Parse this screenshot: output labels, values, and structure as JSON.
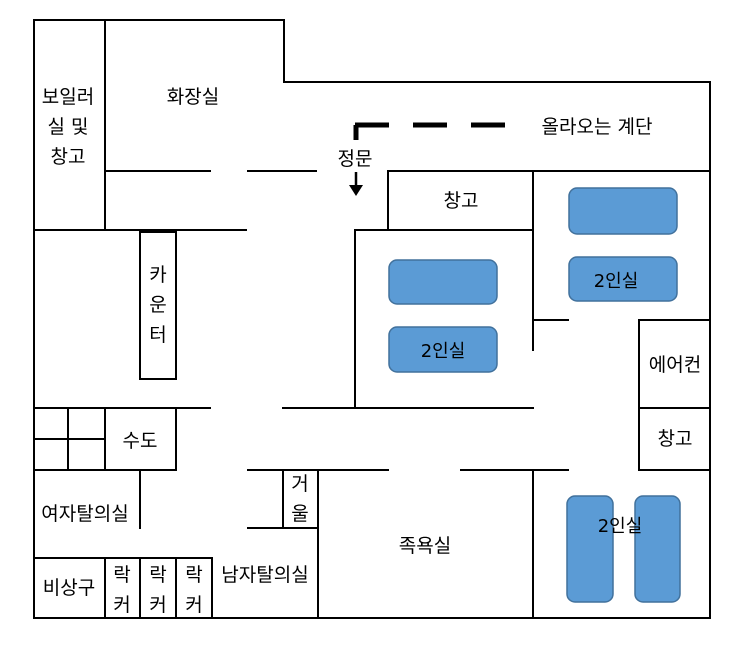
{
  "rooms": {
    "boiler_line1": "보일러",
    "boiler_line2": "실 및",
    "boiler_line3": "창고",
    "restroom": "화장실",
    "stairs": "올라오는 계단",
    "entrance": "정문",
    "storage_center": "창고",
    "counter_1": "카",
    "counter_2": "운",
    "counter_3": "터",
    "sink": "수도",
    "aircon": "에어컨",
    "storage_right": "창고",
    "womens_changing": "여자탈의실",
    "mirror_1": "거",
    "mirror_2": "울",
    "foot_bath": "족욕실",
    "emergency_exit": "비상구",
    "locker_top": "락",
    "locker_bottom": "커",
    "mens_changing": "남자탈의실"
  },
  "beds": {
    "two_person_room": "2인실"
  },
  "colors": {
    "bed_fill": "#5b9bd5",
    "bed_stroke": "#41719c",
    "wall": "#000000"
  }
}
